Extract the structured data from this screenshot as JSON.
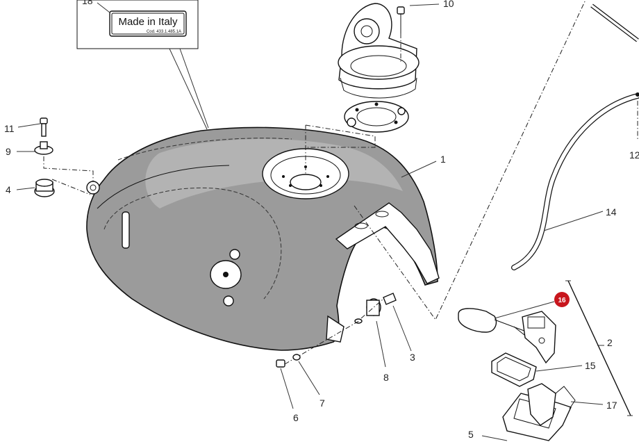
{
  "label_decal": {
    "title": "Made in Italy",
    "code": "Cod. 433.1.485.1A"
  },
  "callouts": {
    "c1": "1",
    "c2": "2",
    "c3": "3",
    "c4": "4",
    "c5": "5",
    "c6": "6",
    "c7": "7",
    "c8": "8",
    "c9": "9",
    "c10": "10",
    "c11": "11",
    "c12": "12",
    "c14": "14",
    "c15": "15",
    "c16": "16",
    "c17": "17",
    "c18": "18"
  },
  "colors": {
    "tank_fill": "#9b9b9b",
    "badge": "#c8161d",
    "line": "#111111"
  }
}
